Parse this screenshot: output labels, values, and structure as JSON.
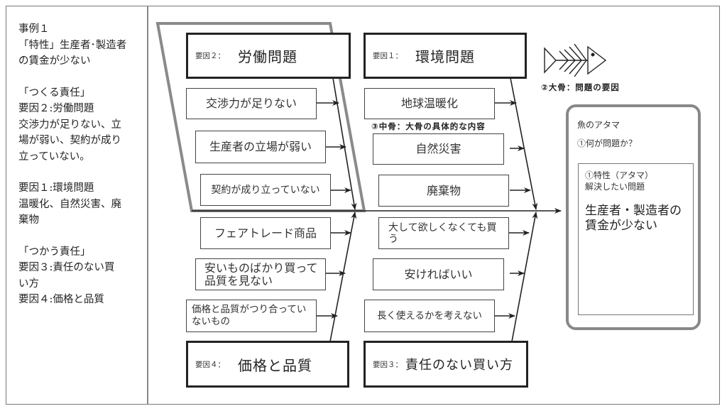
{
  "sidebar": {
    "lines": [
      "事例１",
      "「特性」生産者･製造者",
      "の賃金が少ない",
      "",
      "「つくる責任」",
      "要因２:労働問題",
      "交渉力が足りない、立",
      "場が弱い、契約が成り",
      "立っていない。",
      "",
      "要因１:環境問題",
      "温暖化、自然災害、廃",
      "棄物",
      "",
      "「つかう責任」",
      "要因３:責任のない買",
      "い方",
      "要因４:価格と品質"
    ]
  },
  "diagram": {
    "categories": {
      "labor": {
        "prefix": "要因２：",
        "name": "労働問題"
      },
      "environment": {
        "prefix": "要因１：",
        "name": "環境問題"
      },
      "price": {
        "prefix": "要因４：",
        "name": "価格と品質"
      },
      "responsibility": {
        "prefix": "要因３：",
        "name": "責任のない買い方"
      }
    },
    "causes": {
      "labor": [
        "交渉力が足りない",
        "生産者の立場が弱い",
        "契約が成り立っていない"
      ],
      "environment": [
        "地球温暖化",
        "自然災害",
        "廃棄物"
      ],
      "price": [
        "フェアトレード商品",
        "安いものばかり買って品質を見ない",
        "価格と品質がつり合っていないもの"
      ],
      "responsibility": [
        "大して欲しくなくても買う",
        "安ければいい",
        "長く使えるかを考えない"
      ]
    },
    "annotations": {
      "big_bone": "②大骨：問題の要因",
      "mid_bone": "③中骨：大骨の具体的な内容"
    },
    "fish_icon": "fishbone-icon",
    "head": {
      "title": "魚のアタマ",
      "question": "①何が問題か？",
      "characteristic_label": "①特性（アタマ）",
      "problem_label": "解決したい問題",
      "problem": "生産者・製造者の賃金が少ない"
    },
    "colors": {
      "highlight_frame": "#888888",
      "line": "#222222"
    }
  }
}
